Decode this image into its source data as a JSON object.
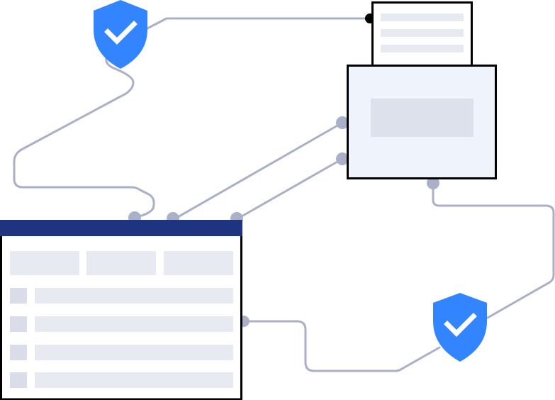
{
  "colors": {
    "connector": "#A9B0C7",
    "shield": "#3385FF",
    "checkmark": "#FFFFFF",
    "window_header": "#1F3480",
    "border": "#000000",
    "panel_fill": "#EEF3FC",
    "placeholder_light": "#E7EAF1",
    "placeholder_mid": "#DDE1EC",
    "row_square": "#D8DDE9",
    "background": "#FFFFFF"
  },
  "icons": {
    "shields": [
      "shield-check-icon",
      "shield-check-icon"
    ],
    "document": "document-icon",
    "printer": "printer-icon",
    "window": "app-window-icon"
  },
  "window": {
    "header_columns": 3,
    "rows": 4
  },
  "document": {
    "lines": 3
  }
}
